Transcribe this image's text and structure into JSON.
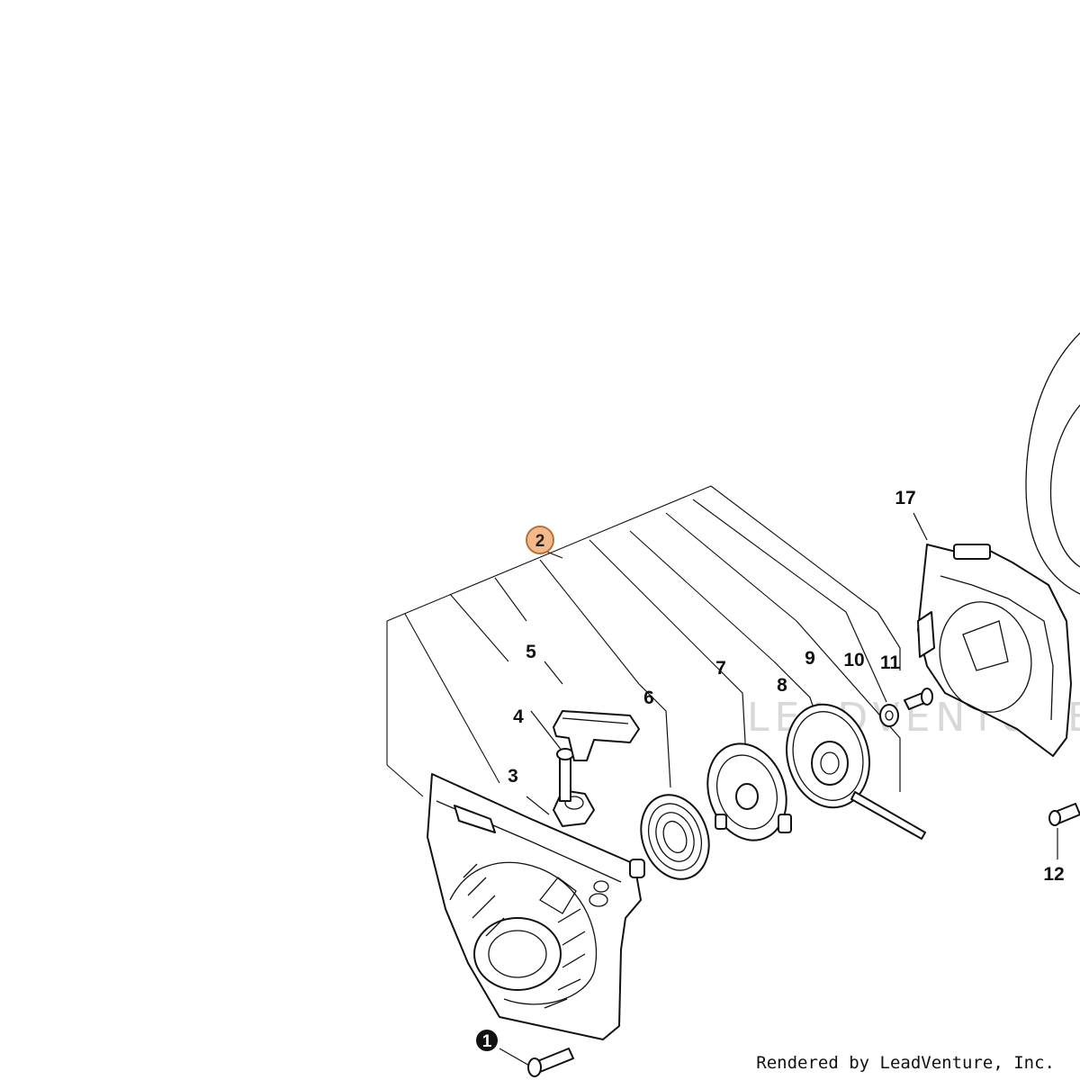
{
  "callouts": [
    {
      "id": "1",
      "label": "1",
      "style": "filled"
    },
    {
      "id": "2",
      "label": "2",
      "style": "highlight"
    },
    {
      "id": "3",
      "label": "3"
    },
    {
      "id": "4",
      "label": "4"
    },
    {
      "id": "5",
      "label": "5"
    },
    {
      "id": "6",
      "label": "6"
    },
    {
      "id": "7",
      "label": "7"
    },
    {
      "id": "8",
      "label": "8"
    },
    {
      "id": "9",
      "label": "9"
    },
    {
      "id": "10",
      "label": "10"
    },
    {
      "id": "11",
      "label": "11"
    },
    {
      "id": "12",
      "label": "12"
    },
    {
      "id": "17",
      "label": "17"
    }
  ],
  "colors": {
    "highlight_fill": "#f4b98a",
    "highlight_stroke": "#b8733a",
    "ink": "#111111"
  },
  "watermark": "LEADVENTURE",
  "footer": "Rendered by LeadVenture, Inc."
}
